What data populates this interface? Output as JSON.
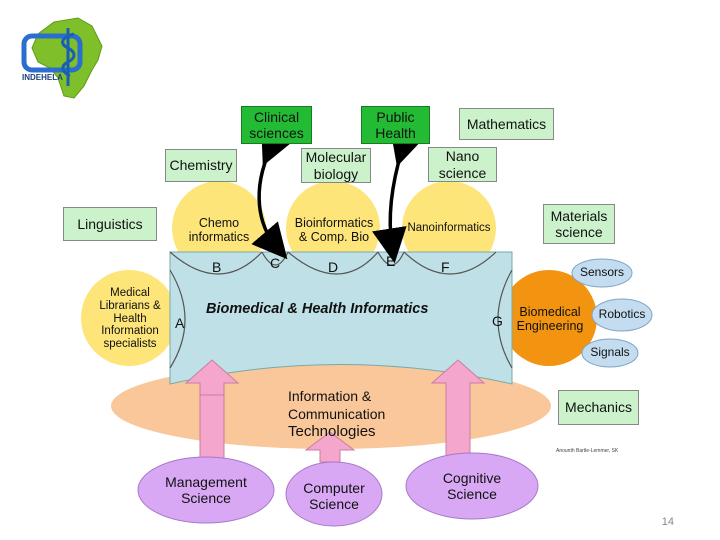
{
  "logo": {
    "text": "INDEHELA",
    "colors": {
      "africa": "#7fbf2a",
      "frame": "#2a6fd0",
      "snake": "#1a5fb4"
    }
  },
  "top_boxes": {
    "clinical": "Clinical\nsciences",
    "public_health": "Public\nHealth",
    "mathematics": "Mathematics"
  },
  "second_row": {
    "chemistry": "Chemistry",
    "molecular_biology": "Molecular\nbiology",
    "nano_science": "Nano\nscience"
  },
  "side_boxes": {
    "linguistics": "Linguistics",
    "materials_science": "Materials\nscience",
    "mechanics": "Mechanics"
  },
  "top_circles": {
    "chemo": "Chemo\ninformatics",
    "bio": "Bioinformatics\n& Comp. Bio",
    "nano": "Nanoinformatics"
  },
  "section_letters": {
    "a": "A",
    "b": "B",
    "c": "C",
    "d": "D",
    "e": "E",
    "f": "F",
    "g": "G"
  },
  "center": {
    "title": "Biomedical & Health Informatics"
  },
  "left_circle": "Medical\nLibrarians &\nHealth\nInformation\nspecialists",
  "right_circle": "Biomedical\nEngineering",
  "small_ovals": {
    "sensors": "Sensors",
    "robotics": "Robotics",
    "signals": "Signals"
  },
  "ict": {
    "line1": "Information &",
    "line2": "Communication",
    "line3": "Technologies"
  },
  "bottom_ovals": {
    "management": "Management\nScience",
    "computer": "Computer\nScience",
    "cognitive": "Cognitive\nScience"
  },
  "credit": "Anounth Bartle-Lemmer, SK",
  "page_number": "14",
  "colors": {
    "green_box": "#22bb33",
    "yellow_circle": "#fde57a",
    "center_box": "#bfe0e6",
    "ict_ellipse": "#f9c79a",
    "orange_circle": "#f2940f",
    "purple_oval": "#d8a8f4",
    "pink_arrow": "#f5a6cc",
    "blue_oval": "#c4dcf0",
    "light_green_box": "#ccf2cc"
  }
}
